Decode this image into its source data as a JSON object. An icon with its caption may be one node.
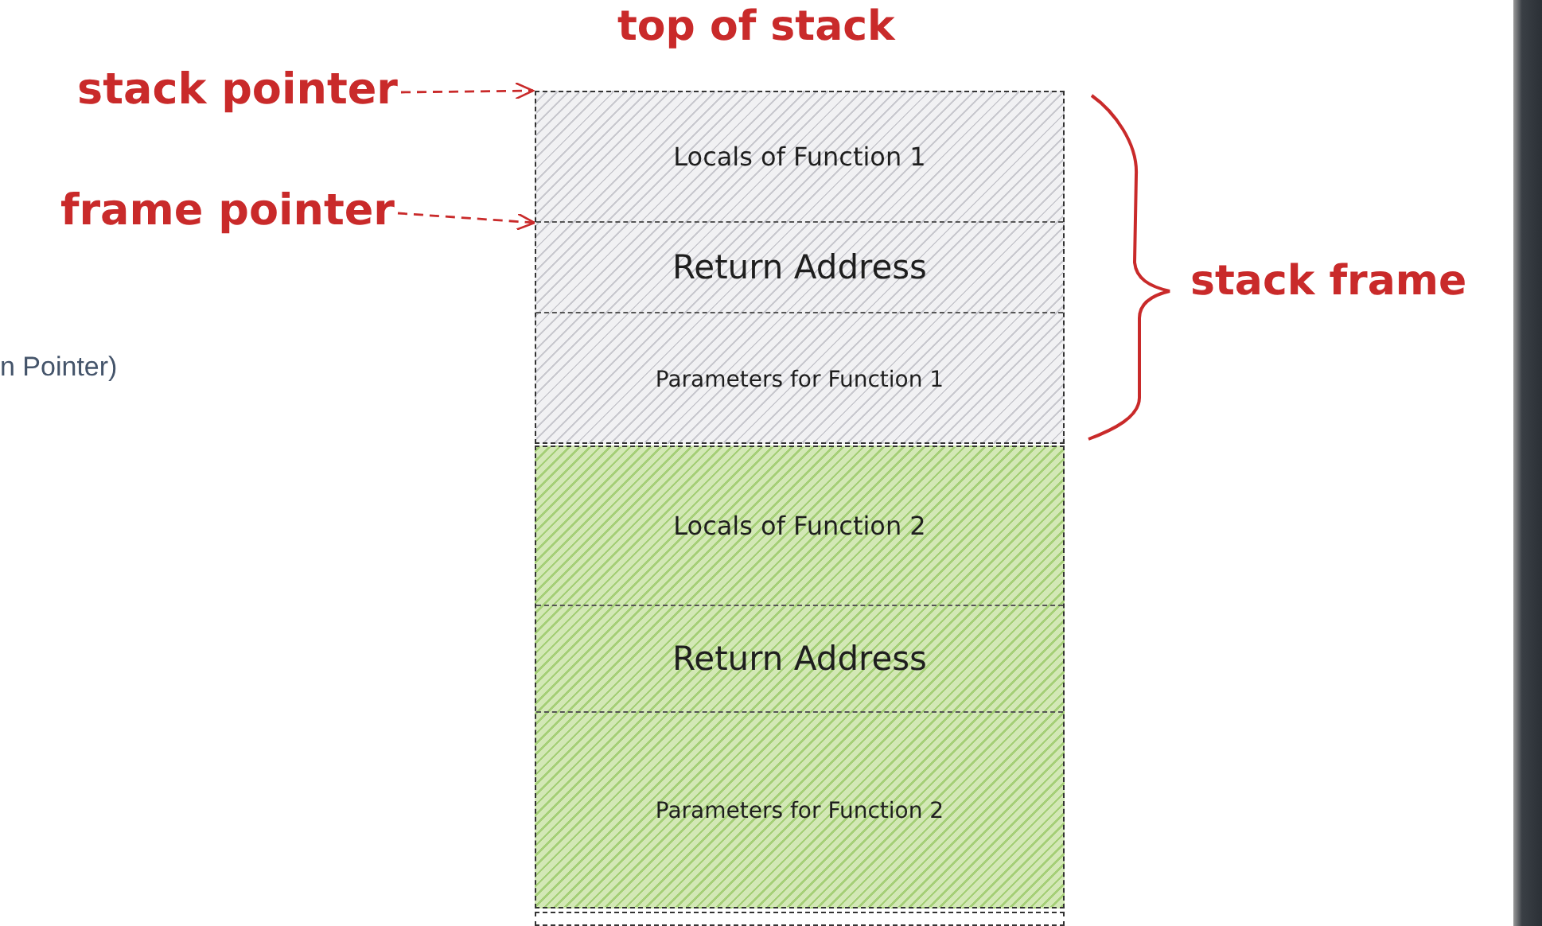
{
  "diagram": {
    "nodes": [
      {
        "text": [
          "stack pointer"
        ]
      },
      {
        "text": [
          "frame pointer"
        ]
      },
      {
        "text": [],
        "shape": "box"
      },
      {
        "text": [
          "Locals of Function 1"
        ],
        "in": 2
      },
      {
        "text": [
          "Return Address"
        ],
        "in": 2
      },
      {
        "text": [
          "Parameters for Function 1"
        ],
        "in": 2
      },
      {
        "text": [],
        "shape": "box"
      },
      {
        "text": [
          "Locals of Function 2"
        ],
        "in": 6
      },
      {
        "text": [
          "Return Address"
        ],
        "in": 6
      },
      {
        "text": [
          "Parameters for Function 2"
        ],
        "in": 6
      },
      {
        "text": [],
        "shape": "box"
      },
      {
        "text": [],
        "shape": "bar"
      }
    ],
    "edges": [
      {
        "from": 0,
        "to": 2,
        "arrow": "to",
        "style": "dashed"
      },
      {
        "from": 1,
        "to": 4,
        "arrow": "to",
        "style": "dashed"
      }
    ],
    "labels": [
      "top of stack",
      "stack frame",
      "n Pointer)"
    ]
  }
}
